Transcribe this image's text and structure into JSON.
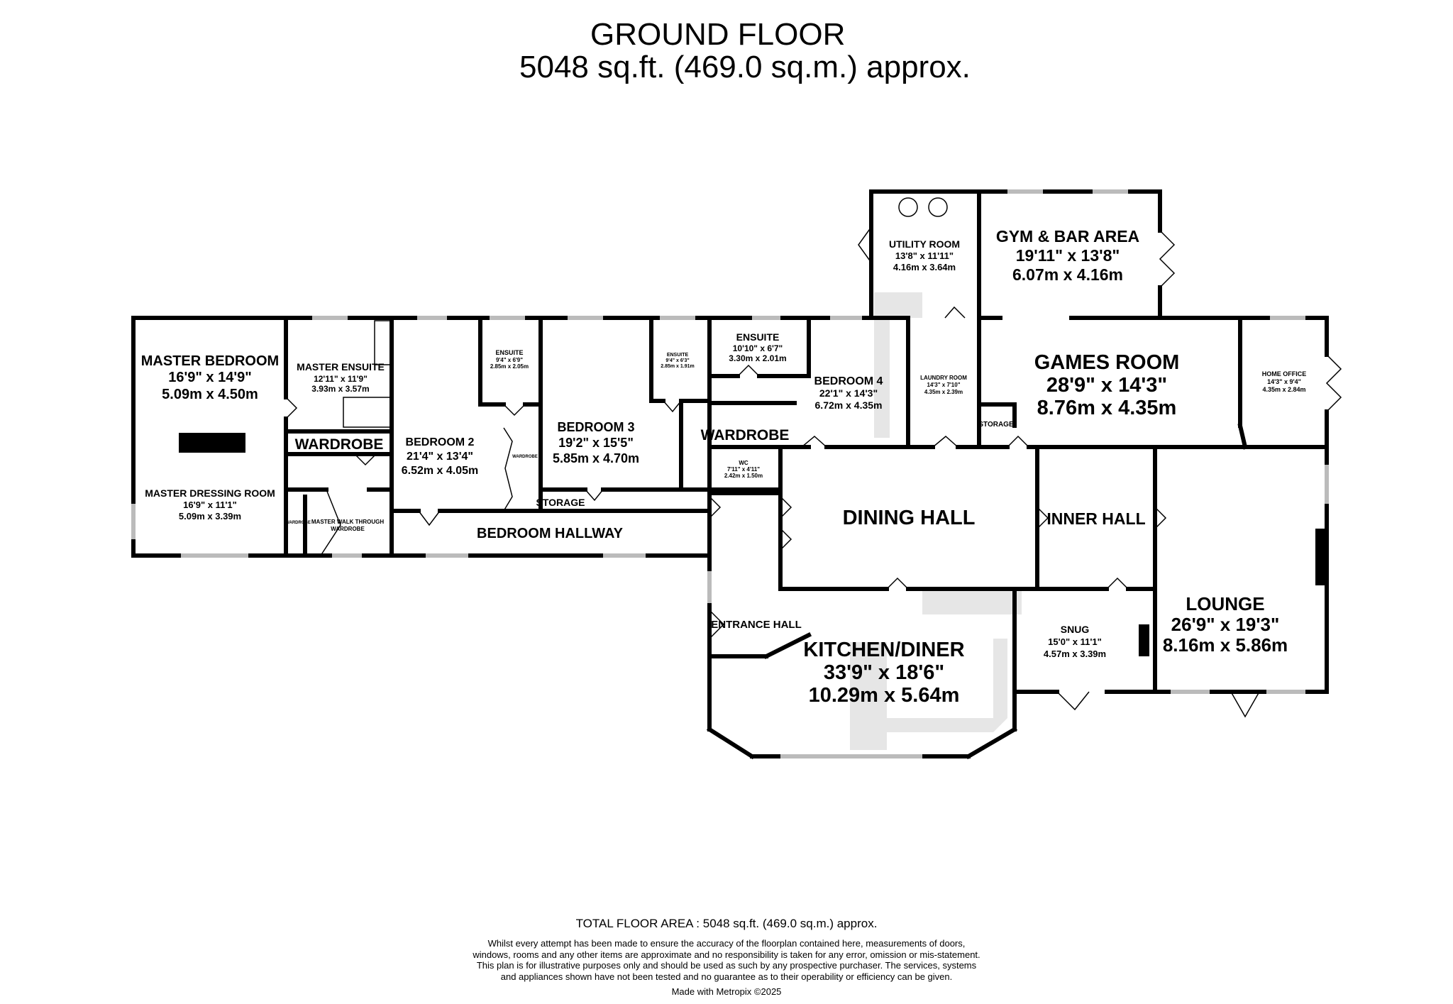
{
  "header": {
    "floor_name": "GROUND FLOOR",
    "area": "5048 sq.ft. (469.0 sq.m.) approx."
  },
  "rooms": {
    "master_bedroom": {
      "name": "MASTER BEDROOM",
      "imperial": "16'9\"  x 14'9\"",
      "metric": "5.09m  x 4.50m"
    },
    "master_ensuite": {
      "name": "MASTER ENSUITE",
      "imperial": "12'11\"  x 11'9\"",
      "metric": "3.93m  x 3.57m"
    },
    "wardrobe_1": {
      "name": "WARDROBE"
    },
    "master_dressing": {
      "name": "MASTER DRESSING ROOM",
      "imperial": "16'9\"  x 11'1\"",
      "metric": "5.09m  x 3.39m"
    },
    "wardrobe_small": {
      "name": "WARDROBE"
    },
    "master_walkthrough": {
      "name": "MASTER WALK THROUGH",
      "name2": "WARDROBE"
    },
    "bedroom2": {
      "name": "BEDROOM 2",
      "imperial": "21'4\"  x 13'4\"",
      "metric": "6.52m  x 4.05m"
    },
    "ensuite_b2": {
      "name": "ENSUITE",
      "imperial": "9'4\"  x 6'9\"",
      "metric": "2.85m  x 2.05m"
    },
    "wardrobe_b2": {
      "name": "WARDROBE"
    },
    "bedroom3": {
      "name": "BEDROOM 3",
      "imperial": "19'2\"  x 15'5\"",
      "metric": "5.85m  x 4.70m"
    },
    "ensuite_b3": {
      "name": "ENSUITE",
      "imperial": "9'4\"  x 6'3\"",
      "metric": "2.85m  x 1.91m"
    },
    "storage_1": {
      "name": "STORAGE"
    },
    "bedroom_hallway": {
      "name": "BEDROOM HALLWAY"
    },
    "ensuite_b4": {
      "name": "ENSUITE",
      "imperial": "10'10\"  x 6'7\"",
      "metric": "3.30m  x 2.01m"
    },
    "wardrobe_2": {
      "name": "WARDROBE"
    },
    "wc": {
      "name": "WC",
      "imperial": "7'11\"  x 4'11\"",
      "metric": "2.42m  x 1.50m"
    },
    "bedroom4": {
      "name": "BEDROOM 4",
      "imperial": "22'1\"  x 14'3\"",
      "metric": "6.72m  x 4.35m"
    },
    "utility": {
      "name": "UTILITY ROOM",
      "imperial": "13'8\"  x 11'11\"",
      "metric": "4.16m  x 3.64m"
    },
    "laundry": {
      "name": "LAUNDRY ROOM",
      "imperial": "14'3\"  x 7'10\"",
      "metric": "4.35m  x 2.39m"
    },
    "gym": {
      "name": "GYM & BAR AREA",
      "imperial": "19'11\"  x 13'8\"",
      "metric": "6.07m  x 4.16m"
    },
    "games": {
      "name": "GAMES ROOM",
      "imperial": "28'9\"  x 14'3\"",
      "metric": "8.76m  x 4.35m"
    },
    "storage_2": {
      "name": "STORAGE"
    },
    "home_office": {
      "name": "HOME OFFICE",
      "imperial": "14'3\"  x 9'4\"",
      "metric": "4.35m  x 2.84m"
    },
    "dining_hall": {
      "name": "DINING HALL"
    },
    "inner_hall": {
      "name": "INNER HALL"
    },
    "entrance_hall": {
      "name": "ENTRANCE HALL"
    },
    "kitchen": {
      "name": "KITCHEN/DINER",
      "imperial": "33'9\"  x 18'6\"",
      "metric": "10.29m  x 5.64m"
    },
    "snug": {
      "name": "SNUG",
      "imperial": "15'0\"  x 11'1\"",
      "metric": "4.57m  x 3.39m"
    },
    "lounge": {
      "name": "LOUNGE",
      "imperial": "26'9\"  x 19'3\"",
      "metric": "8.16m  x 5.86m"
    }
  },
  "footer": {
    "total": "TOTAL FLOOR AREA : 5048 sq.ft. (469.0 sq.m.) approx.",
    "disclaimer": "Whilst every attempt has been made to ensure the accuracy of the floorplan contained here, measurements of doors, windows, rooms and any other items are approximate and no responsibility is taken for any error, omission or mis-statement. This plan is for illustrative purposes only and should be used as such by any prospective purchaser. The services, systems and appliances shown have not been tested and no guarantee as to their operability or efficiency can be given.",
    "credit": "Made with Metropix ©2025"
  }
}
